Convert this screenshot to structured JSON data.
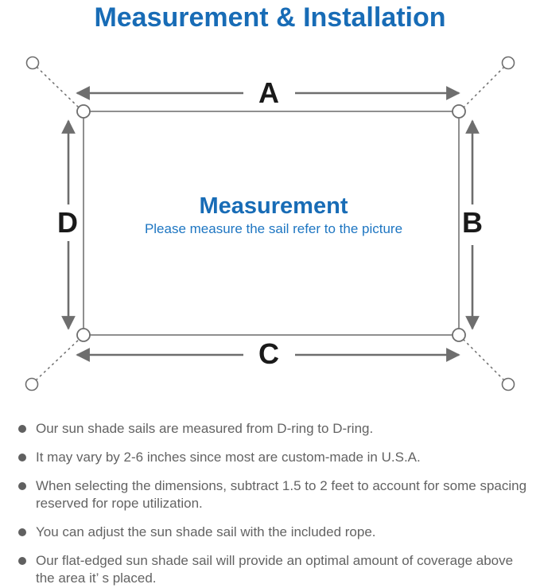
{
  "title": "Measurement & Installation",
  "diagram": {
    "label_a": "A",
    "label_b": "B",
    "label_c": "C",
    "label_d": "D",
    "center_title": "Measurement",
    "center_subtitle": "Please measure the sail refer to the picture"
  },
  "notes": [
    "Our sun shade sails are measured from D-ring to D-ring.",
    "It may vary by 2-6 inches since most are custom-made in U.S.A.",
    "When selecting the dimensions, subtract 1.5 to 2 feet to account for some spacing reserved for rope utilization.",
    "You can adjust the sun shade sail with the included rope.",
    "Our flat-edged sun shade sail will provide an optimal amount of coverage above the area it’ s placed."
  ],
  "colors": {
    "accent_blue": "#186cb6",
    "subtitle_blue": "#1e76c2",
    "line_gray": "#6e6e6e",
    "border_gray": "#8f8f8f",
    "note_text_gray": "#636363",
    "label_black": "#1a1a1a"
  }
}
